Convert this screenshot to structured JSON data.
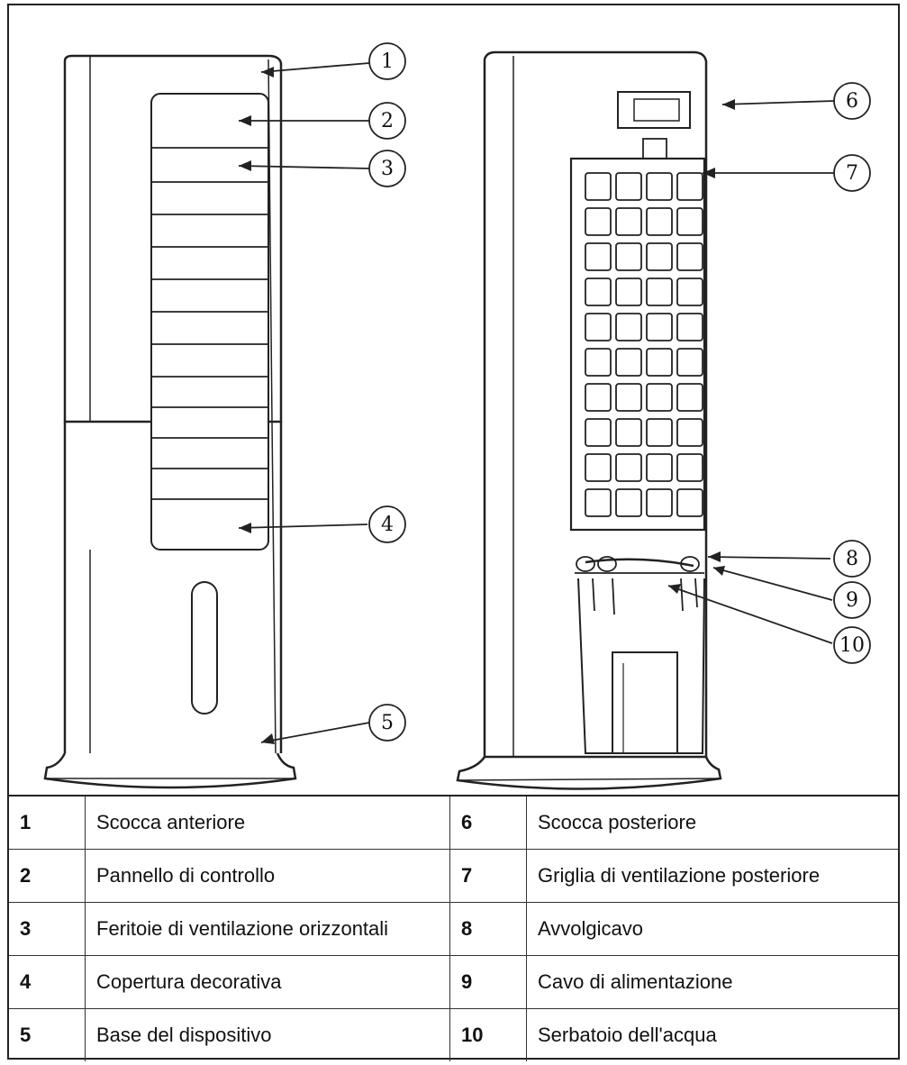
{
  "callouts": [
    {
      "number": "1"
    },
    {
      "number": "2"
    },
    {
      "number": "3"
    },
    {
      "number": "4"
    },
    {
      "number": "5"
    },
    {
      "number": "6"
    },
    {
      "number": "7"
    },
    {
      "number": "8"
    },
    {
      "number": "9"
    },
    {
      "number": "10"
    }
  ],
  "legend": {
    "rows": [
      {
        "left_num": "1",
        "left_label": "Scocca anteriore",
        "right_num": "6",
        "right_label": "Scocca posteriore"
      },
      {
        "left_num": "2",
        "left_label": "Pannello di controllo",
        "right_num": "7",
        "right_label": "Griglia di ventilazione posteriore"
      },
      {
        "left_num": "3",
        "left_label": "Feritoie di ventilazione orizzontali",
        "right_num": "8",
        "right_label": "Avvolgicavo"
      },
      {
        "left_num": "4",
        "left_label": "Copertura decorativa",
        "right_num": "9",
        "right_label": "Cavo di alimentazione"
      },
      {
        "left_num": "5",
        "left_label": "Base del dispositivo",
        "right_num": "10",
        "right_label": "Serbatoio dell'acqua"
      }
    ]
  }
}
